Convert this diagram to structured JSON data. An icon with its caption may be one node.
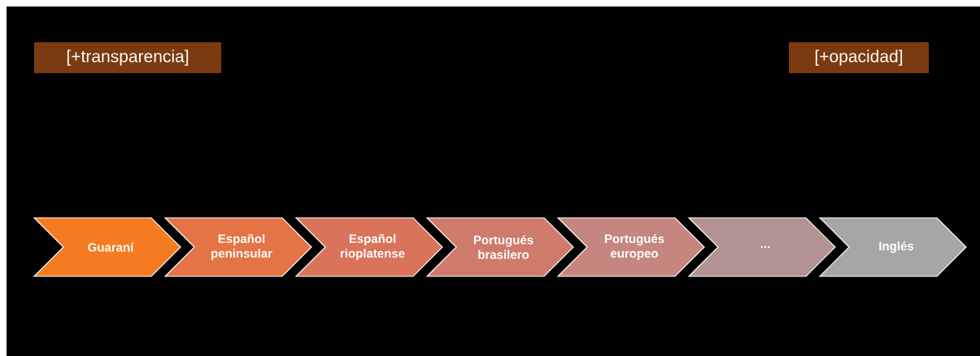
{
  "diagram": {
    "nodes": [
      {
        "text": [
          "[+transparencia]"
        ]
      },
      {
        "text": [
          "[+opacidad]"
        ]
      },
      {
        "text": [
          "Guaraní"
        ]
      },
      {
        "text": [
          "Español peninsular"
        ]
      },
      {
        "text": [
          "Español rioplatense"
        ]
      },
      {
        "text": [
          "Portugués brasilero"
        ]
      },
      {
        "text": [
          "Portugués europeo"
        ]
      },
      {
        "text": [
          "..."
        ]
      },
      {
        "text": [
          "Inglés"
        ]
      }
    ]
  }
}
